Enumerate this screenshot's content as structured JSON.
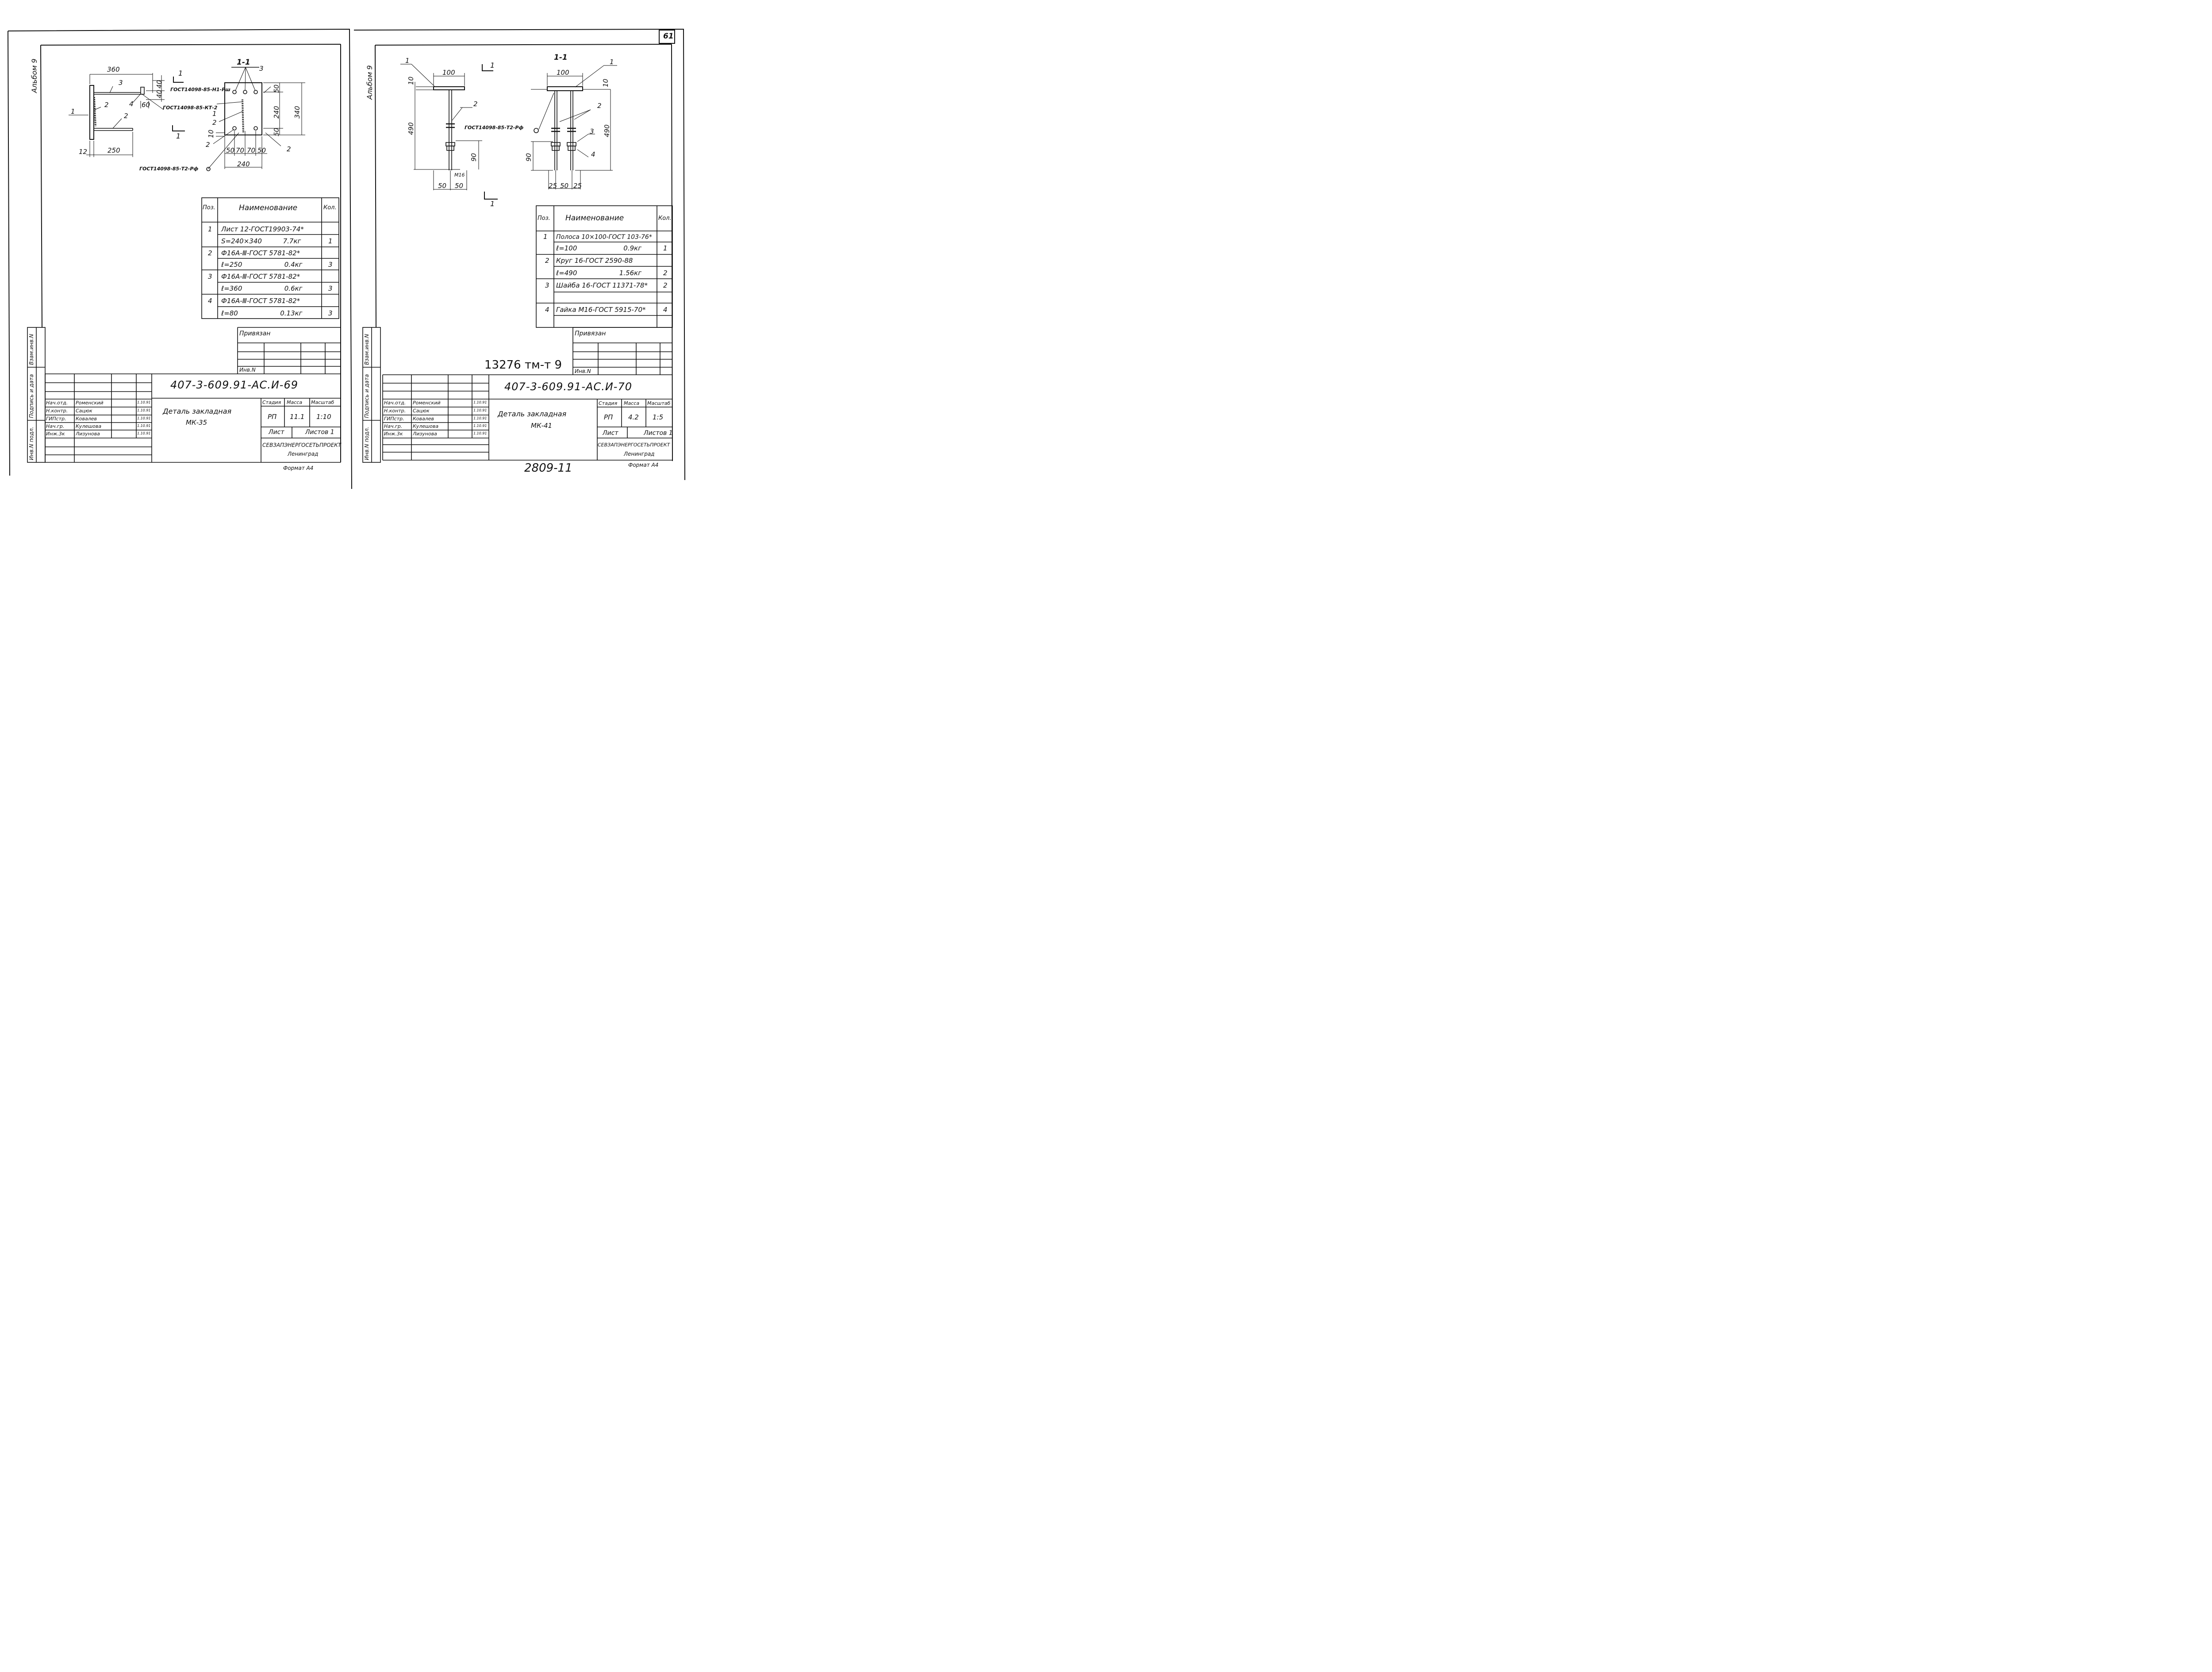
{
  "page_number": "61",
  "stamp": "13276 тм-т 9",
  "bottom_number": "2809-11",
  "left": {
    "album": "Альбом 9",
    "section": "1-1",
    "cut_label": "1",
    "dims": {
      "d360": "360",
      "d40a": "40",
      "d40b": "40",
      "d60": "60",
      "d250": "250",
      "d12": "12",
      "d50a": "50",
      "d240v": "240",
      "d340": "340",
      "d50b": "50",
      "d10": "10",
      "d50c": "50",
      "d70a": "70",
      "d70b": "70",
      "d50d": "50",
      "d240h": "240"
    },
    "refs": {
      "r1": "1",
      "r2": "2",
      "r3": "3",
      "r4": "4",
      "r2b": "2",
      "r1b": "1",
      "r2c": "2",
      "r2d": "2",
      "r2e": "2",
      "r3b": "3"
    },
    "gost_h1": "ГОСТ14098-85-Н1-Рш",
    "gost_kt2": "ГОСТ14098-85-КТ-2",
    "gost_t2": "ГОСТ14098-85-Т2-Рф",
    "spec": {
      "headers": [
        "Поз.",
        "Наименование",
        "Кол."
      ],
      "rows": [
        [
          "1",
          "Лист 12-ГОСТ19903-74*",
          ""
        ],
        [
          "",
          "S=240×340          7.7кг",
          "1"
        ],
        [
          "2",
          "Ф16А-Ⅲ-ГОСТ 5781-82*",
          ""
        ],
        [
          "",
          "ℓ=250                    0.4кг",
          "3"
        ],
        [
          "3",
          "Ф16А-Ⅲ-ГОСТ 5781-82*",
          ""
        ],
        [
          "",
          "ℓ=360                    0.6кг",
          "3"
        ],
        [
          "4",
          "Ф16А-Ⅲ-ГОСТ 5781-82*",
          ""
        ],
        [
          "",
          "ℓ=80                    0.13кг",
          "3"
        ]
      ]
    },
    "privyazan": "Привязан",
    "inv": "Инв.N",
    "side": [
      "Взам.инв.N",
      "Подпись и дата",
      "Инв.N подл."
    ],
    "doc_code": "407-3-609.91-АС.И-69",
    "title1": "Деталь закладная",
    "title2": "МК-35",
    "staff": [
      [
        "Нач.отд.",
        "Роменский",
        "1.10.91"
      ],
      [
        "Н.контр.",
        "Сацюк",
        "1.10.91"
      ],
      [
        "ГИПстр.",
        "Ковалев",
        "1.10.91"
      ],
      [
        "Нач.гр.",
        "Кулешова",
        "1.10.91"
      ],
      [
        "Инж.3к",
        "Лизунова",
        "1.10.91"
      ]
    ],
    "stage_hdr": [
      "Стадия",
      "Масса",
      "Масштаб"
    ],
    "stage_val": [
      "РП",
      "11.1",
      "1:10"
    ],
    "sheet": "Лист",
    "sheets": "Листов 1",
    "org1": "СЕВЗАПЭНЕРГОСЕТЬПРОЕКТ",
    "org2": "Ленинград",
    "format": "Формат А4"
  },
  "right": {
    "album": "Альбом 9",
    "section": "1-1",
    "cut_label": "1",
    "dims": {
      "d100a": "100",
      "d10a": "10",
      "d490a": "490",
      "d90a": "90",
      "m16": "М16",
      "d50a": "50",
      "d50b": "50",
      "d100b": "100",
      "d10b": "10",
      "d490b": "490",
      "d90b": "90",
      "d25a": "25",
      "d50c": "50",
      "d25b": "25"
    },
    "refs": {
      "r1": "1",
      "r2": "2",
      "r1b": "1",
      "r2b": "2",
      "r3": "3",
      "r4": "4"
    },
    "gost_t2": "ГОСТ14098-85-Т2-Рф",
    "spec": {
      "headers": [
        "Поз.",
        "Наименование",
        "Кол."
      ],
      "rows": [
        [
          "1",
          "Полоса 10×100-ГОСТ 103-76*",
          ""
        ],
        [
          "",
          "ℓ=100                      0.9кг",
          "1"
        ],
        [
          "2",
          "Круг 16-ГОСТ 2590-88",
          ""
        ],
        [
          "",
          "ℓ=490                    1.56кг",
          "2"
        ],
        [
          "3",
          "Шайба 16-ГОСТ 11371-78*",
          "2"
        ],
        [
          "",
          "",
          ""
        ],
        [
          "4",
          "Гайка М16-ГОСТ 5915-70*",
          "4"
        ],
        [
          "",
          "",
          ""
        ]
      ]
    },
    "privyazan": "Привязан",
    "inv": "Инв.N",
    "side": [
      "Взам.инв.N",
      "Подпись и дата",
      "Инв.N подл."
    ],
    "doc_code": "407-3-609.91-АС.И-70",
    "title1": "Деталь закладная",
    "title2": "МК-41",
    "staff": [
      [
        "Нач.отд.",
        "Роменский",
        "1.10.91"
      ],
      [
        "Н.контр.",
        "Сацюк",
        "1.10.91"
      ],
      [
        "ГИПстр.",
        "Ковалев",
        "1.10.91"
      ],
      [
        "Нач.гр.",
        "Кулешова",
        "1.10.91"
      ],
      [
        "Инж.3к",
        "Лизунова",
        "1.10.91"
      ]
    ],
    "stage_hdr": [
      "Стадия",
      "Масса",
      "Масштаб"
    ],
    "stage_val": [
      "РП",
      "4.2",
      "1:5"
    ],
    "sheet": "Лист",
    "sheets": "Листов 1",
    "org1": "СЕВЗАПЭНЕРГОСЕТЬПРОЕКТ",
    "org2": "Ленинград",
    "format": "Формат А4"
  }
}
